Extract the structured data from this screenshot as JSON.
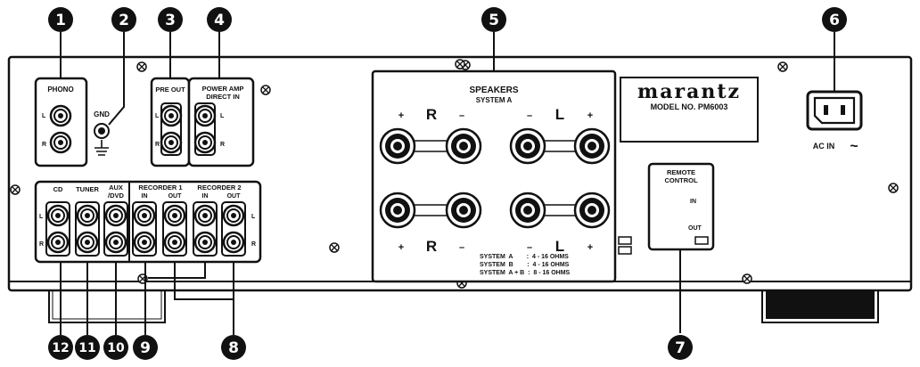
{
  "callouts": [
    "1",
    "2",
    "3",
    "4",
    "5",
    "6",
    "7",
    "8",
    "9",
    "10",
    "11",
    "12"
  ],
  "brand": {
    "logo": "marantz",
    "model": "MODEL NO. PM6003"
  },
  "phono": {
    "title": "PHONO",
    "l": "L",
    "r": "R"
  },
  "gnd": {
    "label": "GND"
  },
  "pre_out": {
    "title": "PRE OUT",
    "l": "L",
    "r": "R"
  },
  "power_amp": {
    "title_1": "POWER AMP",
    "title_2": "DIRECT IN",
    "l": "L",
    "r": "R"
  },
  "inputs": {
    "cd": "CD",
    "tuner": "TUNER",
    "aux_1": "AUX",
    "aux_2": "/DVD",
    "rec1": "RECORDER 1",
    "rec2": "RECORDER 2",
    "in": "IN",
    "out": "OUT",
    "l": "L",
    "r": "R"
  },
  "speakers": {
    "title": "SPEAKERS",
    "system_a": "SYSTEM A",
    "plus": "+",
    "minus": "–",
    "r": "R",
    "l": "L",
    "spec_a": "SYSTEM  A        :  4 - 16 OHMS",
    "spec_b": "SYSTEM  B        :  4 - 16 OHMS",
    "spec_ab": "SYSTEM  A + B  :  8 - 16 OHMS"
  },
  "remote": {
    "title_1": "REMOTE",
    "title_2": "CONTROL",
    "in": "IN",
    "out": "OUT"
  },
  "ac": {
    "label": "AC IN",
    "symbol": "~"
  }
}
